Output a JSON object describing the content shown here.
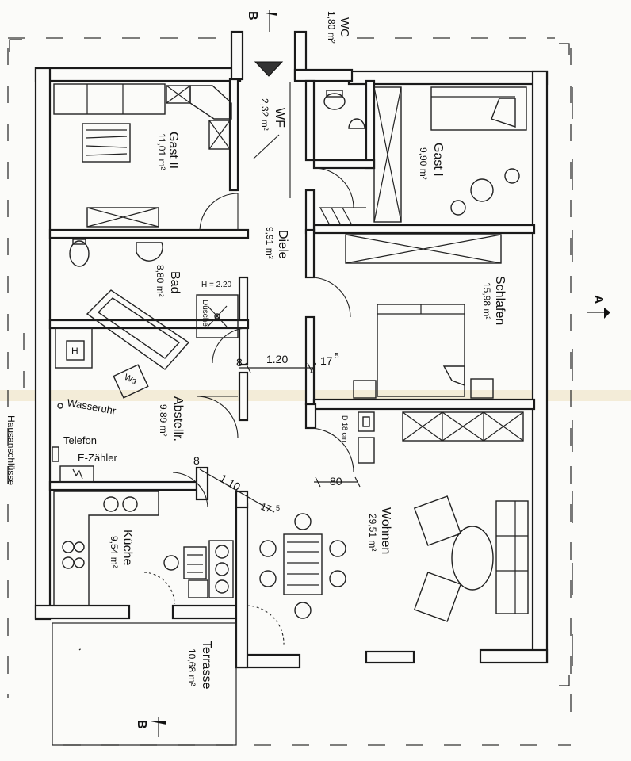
{
  "rooms": [
    {
      "key": "wc",
      "name": "WC",
      "area": "1,80 m²"
    },
    {
      "key": "wf",
      "name": "WF",
      "area": "2,32 m²"
    },
    {
      "key": "gast2",
      "name": "Gast II",
      "area": "11,01 m²"
    },
    {
      "key": "gast1",
      "name": "Gast I",
      "area": "9,90 m²"
    },
    {
      "key": "diele",
      "name": "Diele",
      "area": "9,91 m²"
    },
    {
      "key": "bad",
      "name": "Bad",
      "area": "8,80 m²"
    },
    {
      "key": "schlafen",
      "name": "Schlafen",
      "area": "15,98 m²"
    },
    {
      "key": "abstell",
      "name": "Abstellr.",
      "area": "9,89 m²"
    },
    {
      "key": "kueche",
      "name": "Küche",
      "area": "9,54 m²"
    },
    {
      "key": "wohnen",
      "name": "Wohnen",
      "area": "29,51 m²"
    },
    {
      "key": "terrasse",
      "name": "Terrasse",
      "area": "10,68 m²"
    }
  ],
  "notes": {
    "dusche": "Dusche",
    "dusche_height": "H = 2.20",
    "heater": "H",
    "wa": "Wa",
    "wasseruhr": "Wasseruhr",
    "telefon": "Telefon",
    "ezaehler": "E-Zähler",
    "hausanschluesse": "Hausanschlüsse",
    "chimney": "D 18 cm"
  },
  "dimensions": {
    "opening_diele": "1.20",
    "wall_left": "8",
    "wall_right_a": "17",
    "wall_right_b": "5",
    "opening_abstell": "1.10",
    "wall_abstell_left": "8",
    "wall_abstell_right": "17",
    "wall_abstell_right_b": "5",
    "door_wohnen": "80"
  },
  "section_marks": {
    "top": "B",
    "bottom": "B",
    "right": "A"
  }
}
